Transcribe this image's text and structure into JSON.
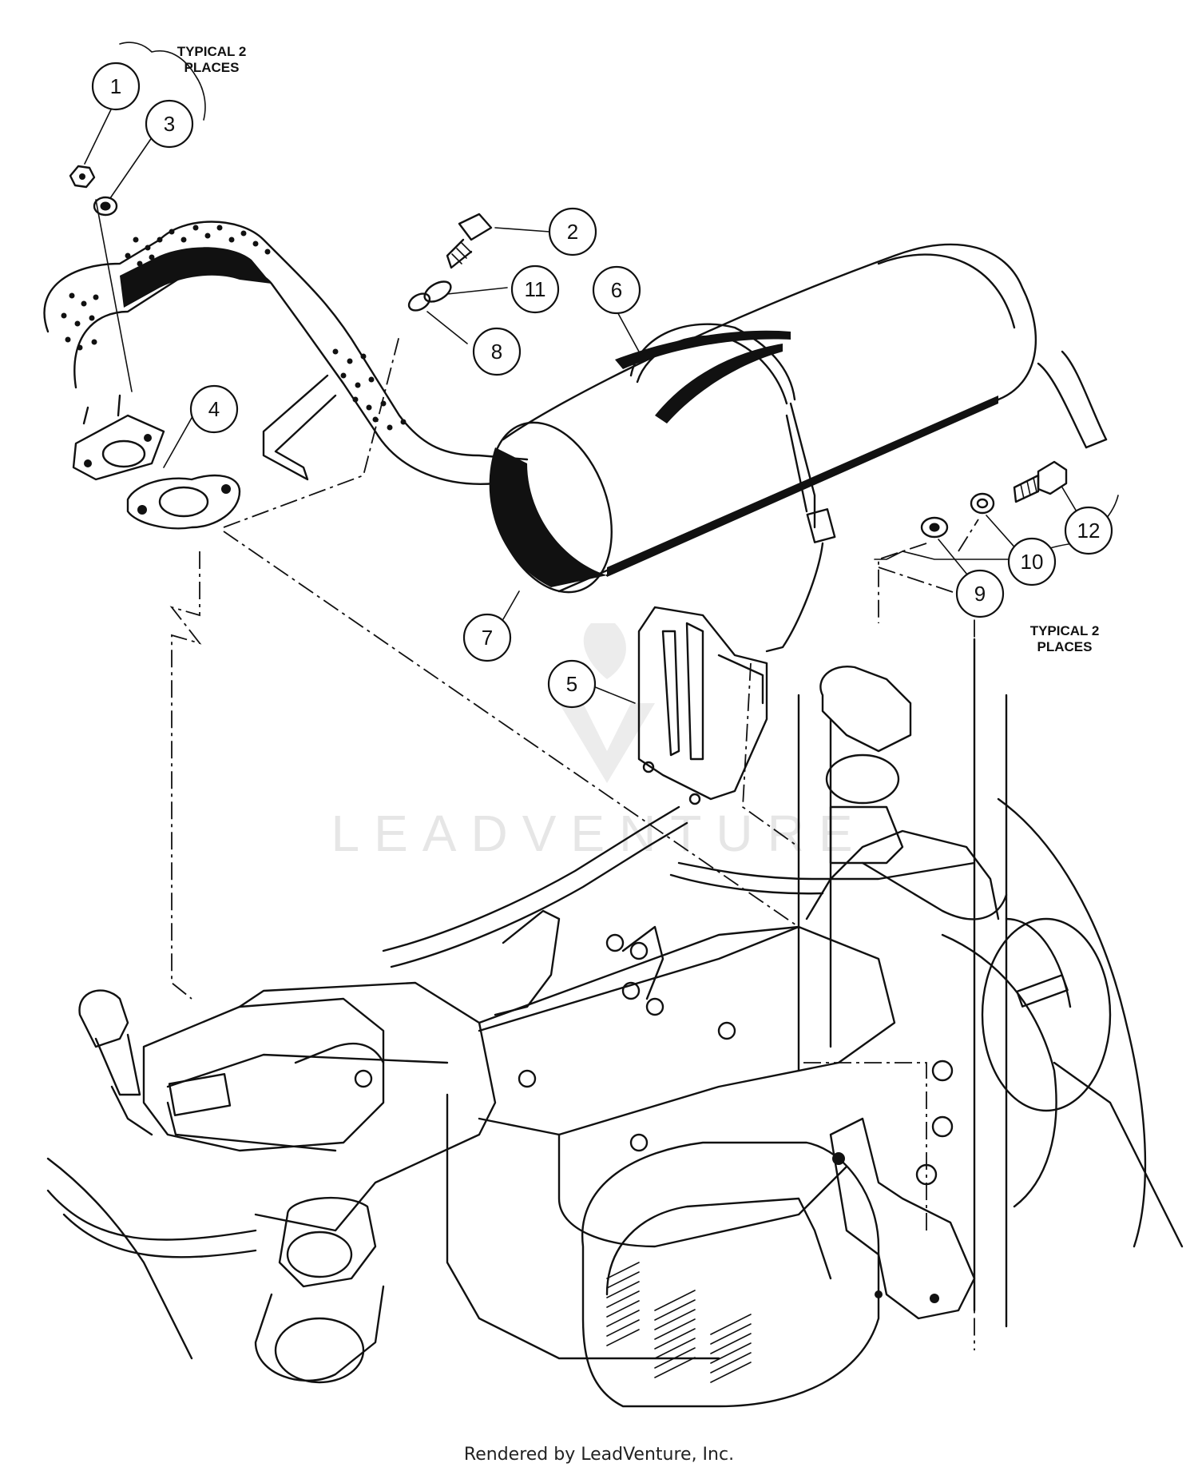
{
  "diagram": {
    "callouts": [
      {
        "id": "1",
        "label": "1"
      },
      {
        "id": "2",
        "label": "2"
      },
      {
        "id": "3",
        "label": "3"
      },
      {
        "id": "4",
        "label": "4"
      },
      {
        "id": "5",
        "label": "5"
      },
      {
        "id": "6",
        "label": "6"
      },
      {
        "id": "7",
        "label": "7"
      },
      {
        "id": "8",
        "label": "8"
      },
      {
        "id": "9",
        "label": "9"
      },
      {
        "id": "10",
        "label": "10"
      },
      {
        "id": "11",
        "label": "11"
      },
      {
        "id": "12",
        "label": "12"
      }
    ],
    "notes": {
      "top_left": {
        "line1": "TYPICAL 2",
        "line2": "PLACES"
      },
      "right": {
        "line1": "TYPICAL 2",
        "line2": "PLACES"
      }
    },
    "watermark": "LEADVENTURE"
  },
  "footer": {
    "text": "Rendered by LeadVenture, Inc."
  }
}
